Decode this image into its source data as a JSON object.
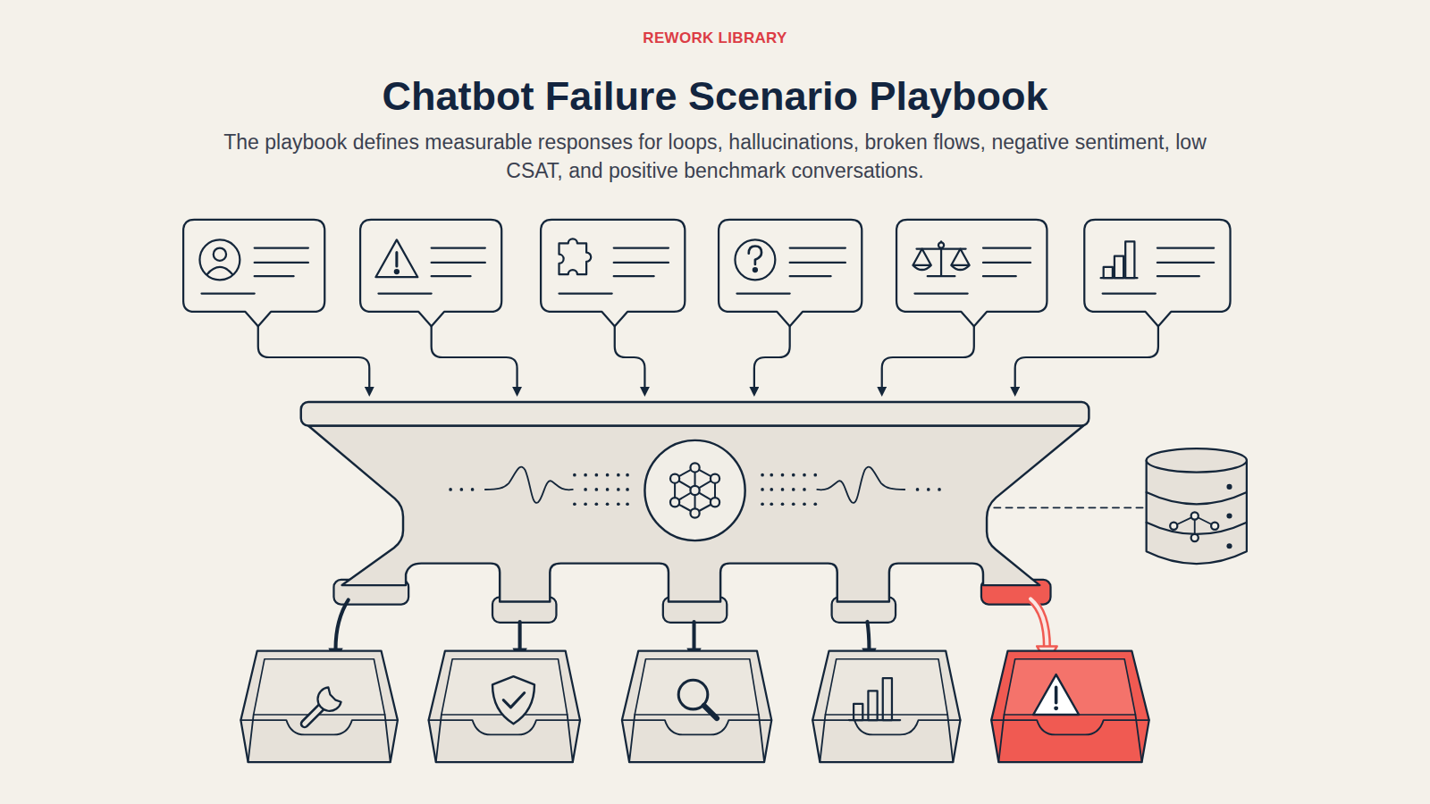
{
  "diagram": {
    "title": "Chatbot Failure Scenario Playbook",
    "caption": "The playbook defines measurable responses for loops, hallucinations, broken flows, negative sentiment, low CSAT, and positive benchmark conversations.",
    "labels": [
      "REWORK LIBRARY"
    ]
  }
}
